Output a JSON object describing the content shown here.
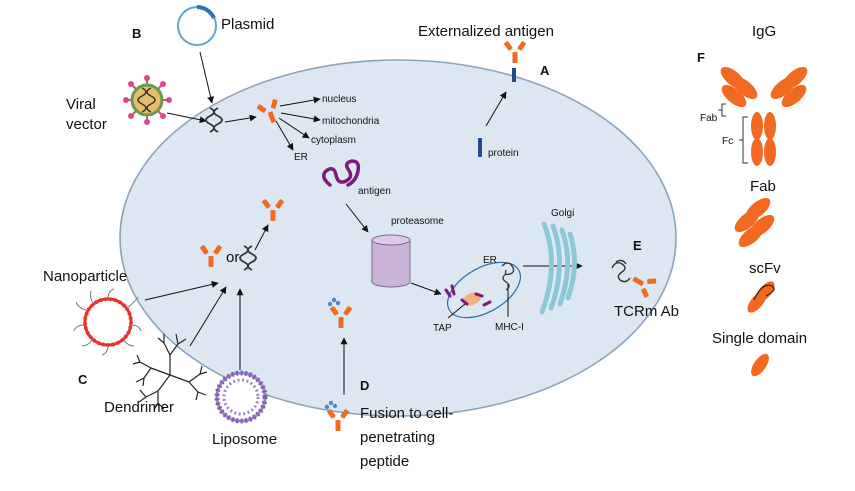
{
  "colors": {
    "cell_fill": "#dde7f2",
    "cell_stroke": "#8aa4be",
    "antibody": "#f26a22",
    "dna": "#333333",
    "protein": "#1f4e8c",
    "peptide": "#7a1a7a",
    "proteasome_fill": "#c9b3d6",
    "golgi": "#8cc9d4",
    "nanoparticle": "#e8322b",
    "liposome": "#9f82c8",
    "plasmid": "#5aa7d8",
    "virus_spike": "#d64a8a",
    "virus_core": "#e6bd6a"
  },
  "labels": {
    "letter_A": "A",
    "letter_B": "B",
    "letter_C": "C",
    "letter_D": "D",
    "letter_E": "E",
    "letter_F": "F",
    "plasmid": "Plasmid",
    "viral_vector_1": "Viral",
    "viral_vector_2": "vector",
    "externalized_antigen": "Externalized antigen",
    "nucleus": "nucleus",
    "mitochondria": "mitochondria",
    "cytoplasm": "cytoplasm",
    "er_top": "ER",
    "protein": "protein",
    "antigen": "antigen",
    "proteasome": "proteasome",
    "golgi": "Golgi",
    "er_mid": "ER",
    "tap": "TAP",
    "mhc": "MHC-I",
    "tcrm": "TCRm Ab",
    "or": "or",
    "nanoparticle": "Nanoparticle",
    "dendrimer": "Dendrimer",
    "liposome": "Liposome",
    "fusion_1": "Fusion to cell-",
    "fusion_2": "penetrating",
    "fusion_3": "peptide",
    "igg": "IgG",
    "fab_small": "Fab",
    "fc_small": "Fc",
    "fab": "Fab",
    "scfv": "scFv",
    "single_domain": "Single domain"
  },
  "icons": [
    "cell-membrane",
    "plasmid-icon",
    "viral-vector-icon",
    "dna-icon",
    "antibody-icon",
    "protein-icon",
    "peptide-icon",
    "proteasome-icon",
    "golgi-icon",
    "er-icon",
    "nanoparticle-icon",
    "dendrimer-icon",
    "liposome-icon"
  ]
}
